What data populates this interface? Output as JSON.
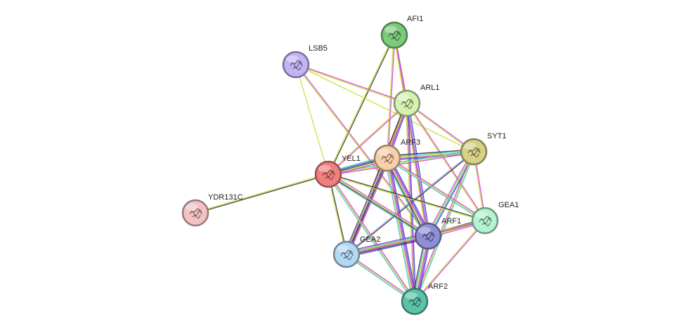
{
  "network": {
    "nodes": [
      {
        "id": "AFI1",
        "label": "AFI1",
        "color": "#7ccb7c",
        "icon": "protein-structure-icon"
      },
      {
        "id": "LSB5",
        "label": "LSB5",
        "color": "#c3b3f3",
        "icon": "protein-structure-icon"
      },
      {
        "id": "ARL1",
        "label": "ARL1",
        "color": "#d6f1b1",
        "icon": "protein-structure-icon"
      },
      {
        "id": "SYT1",
        "label": "SYT1",
        "color": "#d8cf88",
        "icon": "protein-structure-icon"
      },
      {
        "id": "ARF3",
        "label": "ARF3",
        "color": "#f7cfa8",
        "icon": "protein-structure-icon"
      },
      {
        "id": "YEL1",
        "label": "YEL1",
        "color": "#f07f7f",
        "icon": "protein-structure-icon"
      },
      {
        "id": "YDR131C",
        "label": "YDR131C",
        "color": "#f3c3c3",
        "icon": "protein-structure-icon"
      },
      {
        "id": "GEA1",
        "label": "GEA1",
        "color": "#b3f3cf",
        "icon": "protein-structure-icon"
      },
      {
        "id": "ARF1",
        "label": "ARF1",
        "color": "#8f8fd6",
        "icon": "protein-structure-icon"
      },
      {
        "id": "GEA2",
        "label": "GEA2",
        "color": "#b3d8f3",
        "icon": "protein-structure-icon"
      },
      {
        "id": "ARF2",
        "label": "ARF2",
        "color": "#5cc2a8",
        "icon": "protein-structure-icon"
      }
    ],
    "edge_colors": {
      "black": "#333333",
      "yellowgreen": "#c6dd35",
      "magenta": "#d63cd6",
      "blue": "#3c3cd6",
      "cyan": "#3cc8c8",
      "lightblue": "#9aa0e8",
      "green": "#3cbc3c",
      "purple": "#8a3cc8"
    },
    "edges": [
      {
        "source": "AFI1",
        "target": "YEL1",
        "colors": [
          "black",
          "yellowgreen"
        ]
      },
      {
        "source": "AFI1",
        "target": "ARL1",
        "colors": [
          "magenta",
          "yellowgreen"
        ]
      },
      {
        "source": "AFI1",
        "target": "ARF3",
        "colors": [
          "magenta",
          "yellowgreen"
        ]
      },
      {
        "source": "AFI1",
        "target": "ARF1",
        "colors": [
          "magenta",
          "yellowgreen"
        ]
      },
      {
        "source": "LSB5",
        "target": "YEL1",
        "colors": [
          "yellowgreen"
        ]
      },
      {
        "source": "LSB5",
        "target": "ARL1",
        "colors": [
          "magenta",
          "yellowgreen"
        ]
      },
      {
        "source": "LSB5",
        "target": "SYT1",
        "colors": [
          "yellowgreen"
        ]
      },
      {
        "source": "LSB5",
        "target": "ARF1",
        "colors": [
          "magenta",
          "yellowgreen"
        ]
      },
      {
        "source": "ARL1",
        "target": "YEL1",
        "colors": [
          "magenta",
          "yellowgreen"
        ]
      },
      {
        "source": "ARL1",
        "target": "ARF3",
        "colors": [
          "blue",
          "magenta",
          "yellowgreen",
          "black"
        ]
      },
      {
        "source": "ARL1",
        "target": "SYT1",
        "colors": [
          "magenta",
          "yellowgreen"
        ]
      },
      {
        "source": "ARL1",
        "target": "GEA1",
        "colors": [
          "magenta",
          "yellowgreen"
        ]
      },
      {
        "source": "ARL1",
        "target": "ARF1",
        "colors": [
          "blue",
          "lightblue",
          "magenta",
          "yellowgreen"
        ]
      },
      {
        "source": "ARL1",
        "target": "GEA2",
        "colors": [
          "magenta",
          "yellowgreen",
          "black"
        ]
      },
      {
        "source": "ARL1",
        "target": "ARF2",
        "colors": [
          "blue",
          "magenta",
          "yellowgreen"
        ]
      },
      {
        "source": "SYT1",
        "target": "ARF3",
        "colors": [
          "blue",
          "magenta",
          "yellowgreen",
          "cyan",
          "black"
        ]
      },
      {
        "source": "SYT1",
        "target": "YEL1",
        "colors": [
          "magenta",
          "yellowgreen",
          "cyan"
        ]
      },
      {
        "source": "SYT1",
        "target": "GEA1",
        "colors": [
          "magenta",
          "yellowgreen"
        ]
      },
      {
        "source": "SYT1",
        "target": "ARF1",
        "colors": [
          "blue",
          "cyan",
          "yellowgreen",
          "magenta"
        ]
      },
      {
        "source": "SYT1",
        "target": "GEA2",
        "colors": [
          "black",
          "lightblue"
        ]
      },
      {
        "source": "SYT1",
        "target": "ARF2",
        "colors": [
          "cyan",
          "yellowgreen",
          "magenta"
        ]
      },
      {
        "source": "ARF3",
        "target": "YEL1",
        "colors": [
          "magenta",
          "yellowgreen",
          "black",
          "blue",
          "cyan"
        ]
      },
      {
        "source": "ARF3",
        "target": "ARF1",
        "colors": [
          "blue",
          "purple",
          "magenta",
          "yellowgreen",
          "black",
          "cyan"
        ]
      },
      {
        "source": "ARF3",
        "target": "GEA2",
        "colors": [
          "magenta",
          "black",
          "blue",
          "yellowgreen",
          "purple"
        ]
      },
      {
        "source": "ARF3",
        "target": "ARF2",
        "colors": [
          "blue",
          "purple",
          "magenta",
          "yellowgreen",
          "cyan"
        ]
      },
      {
        "source": "ARF3",
        "target": "GEA1",
        "colors": [
          "magenta",
          "yellowgreen",
          "cyan"
        ]
      },
      {
        "source": "YEL1",
        "target": "YDR131C",
        "colors": [
          "black",
          "yellowgreen"
        ]
      },
      {
        "source": "YEL1",
        "target": "GEA1",
        "colors": [
          "black",
          "yellowgreen"
        ]
      },
      {
        "source": "YEL1",
        "target": "ARF1",
        "colors": [
          "magenta",
          "yellowgreen",
          "black",
          "cyan"
        ]
      },
      {
        "source": "YEL1",
        "target": "GEA2",
        "colors": [
          "black",
          "yellowgreen"
        ]
      },
      {
        "source": "YEL1",
        "target": "ARF2",
        "colors": [
          "magenta",
          "yellowgreen",
          "cyan"
        ]
      },
      {
        "source": "GEA1",
        "target": "ARF1",
        "colors": [
          "magenta",
          "yellowgreen",
          "blue",
          "black"
        ]
      },
      {
        "source": "GEA1",
        "target": "GEA2",
        "colors": [
          "magenta",
          "yellowgreen"
        ]
      },
      {
        "source": "GEA1",
        "target": "ARF2",
        "colors": [
          "magenta",
          "yellowgreen"
        ]
      },
      {
        "source": "ARF1",
        "target": "GEA2",
        "colors": [
          "blue",
          "black",
          "magenta",
          "yellowgreen",
          "cyan",
          "purple"
        ]
      },
      {
        "source": "ARF1",
        "target": "ARF2",
        "colors": [
          "blue",
          "purple",
          "magenta",
          "yellowgreen",
          "cyan",
          "black"
        ]
      },
      {
        "source": "GEA2",
        "target": "ARF2",
        "colors": [
          "magenta",
          "yellowgreen",
          "cyan"
        ]
      }
    ]
  }
}
